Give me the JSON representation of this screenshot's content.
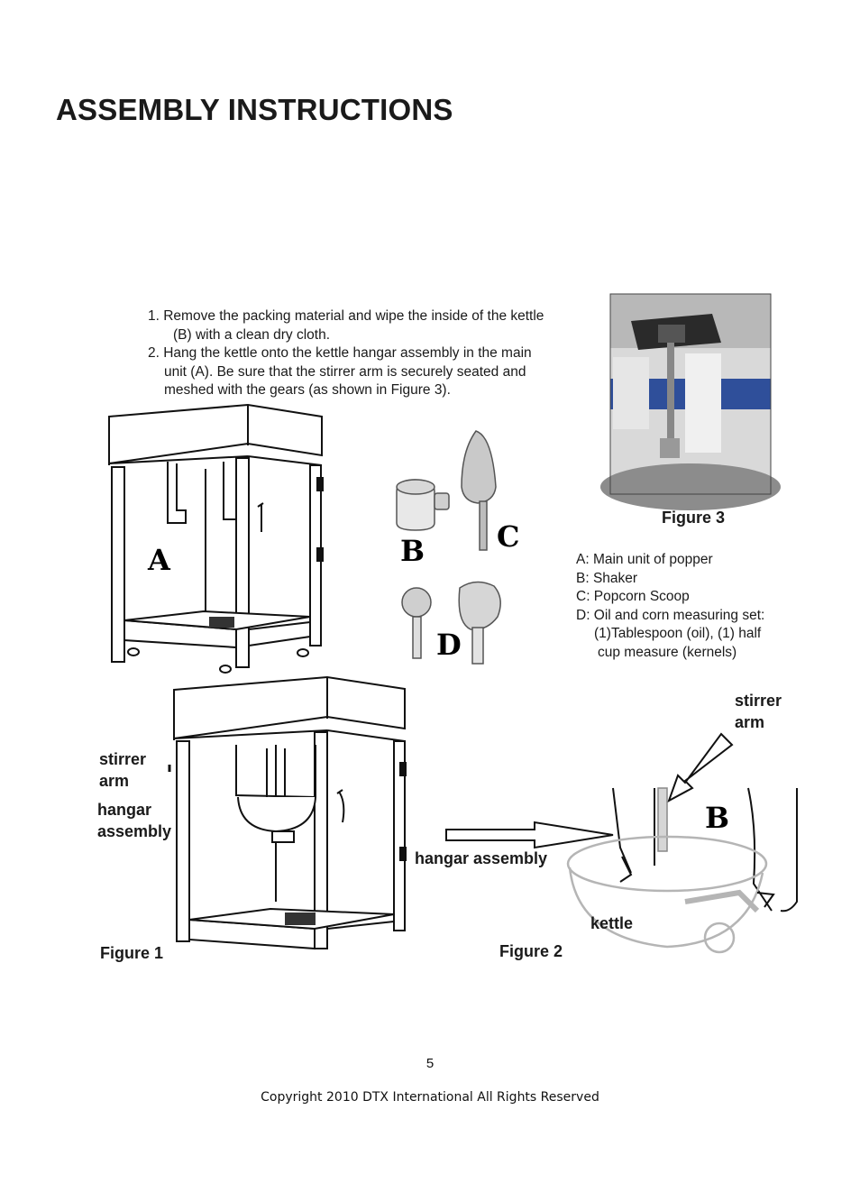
{
  "title": "ASSEMBLY INSTRUCTIONS",
  "steps": [
    "1. Remove the packing material and wipe the inside of the kettle",
    "(B) with a clean dry cloth.",
    "2. Hang the kettle onto the kettle hangar assembly in the main",
    "unit (A). Be sure that the stirrer arm is securely seated and",
    "meshed with the gears (as shown in Figure 3)."
  ],
  "figure3_caption": "Figure 3",
  "legend": [
    "A: Main unit of popper",
    "B: Shaker",
    "C: Popcorn Scoop",
    "D: Oil and corn measuring set:",
    "(1)Tablespoon (oil), (1) half",
    "cup measure (kernels)"
  ],
  "part_letters": {
    "a": "A",
    "b": "B",
    "c": "C",
    "d": "D",
    "kettle_b": "B"
  },
  "figure1": {
    "stirrer_arm": "stirrer\narm",
    "hangar_assembly": "hangar\nassembly",
    "caption": "Figure 1"
  },
  "figure2": {
    "stirrer_arm": "stirrer\narm",
    "hangar_assembly": "hangar assembly",
    "kettle": "kettle",
    "caption": "Figure 2"
  },
  "page_number": "5",
  "copyright": "Copyright 2010 DTX International All Rights Reserved",
  "colors": {
    "text": "#1a1a1a",
    "photo_blue": "#2f4f9a",
    "kettle_gray": "#b5b5b5"
  }
}
